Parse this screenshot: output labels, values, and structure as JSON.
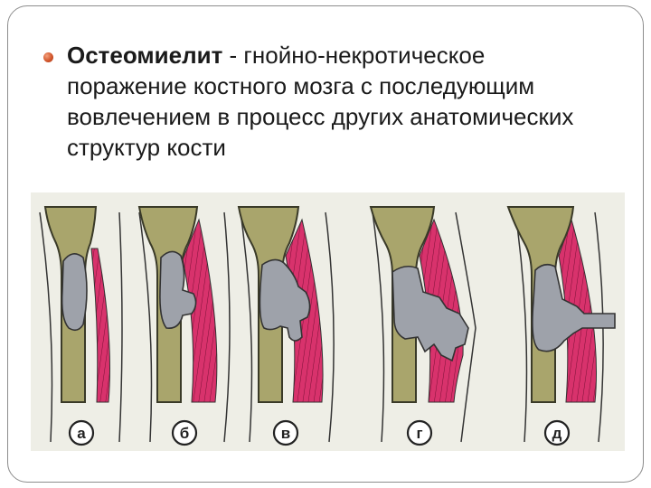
{
  "slide": {
    "term": "Остеомиелит",
    "definition": " - гнойно-некротическое поражение костного мозга с последующим вовлечением в процесс других анатомических структур кости"
  },
  "figure": {
    "labels": [
      "а",
      "б",
      "в",
      "г",
      "д"
    ],
    "colors": {
      "bone": "#a9a56c",
      "bone_outline": "#3a3a28",
      "muscle": "#d8326c",
      "lesion": "#9ea2aa",
      "background": "#eeeee6"
    }
  }
}
